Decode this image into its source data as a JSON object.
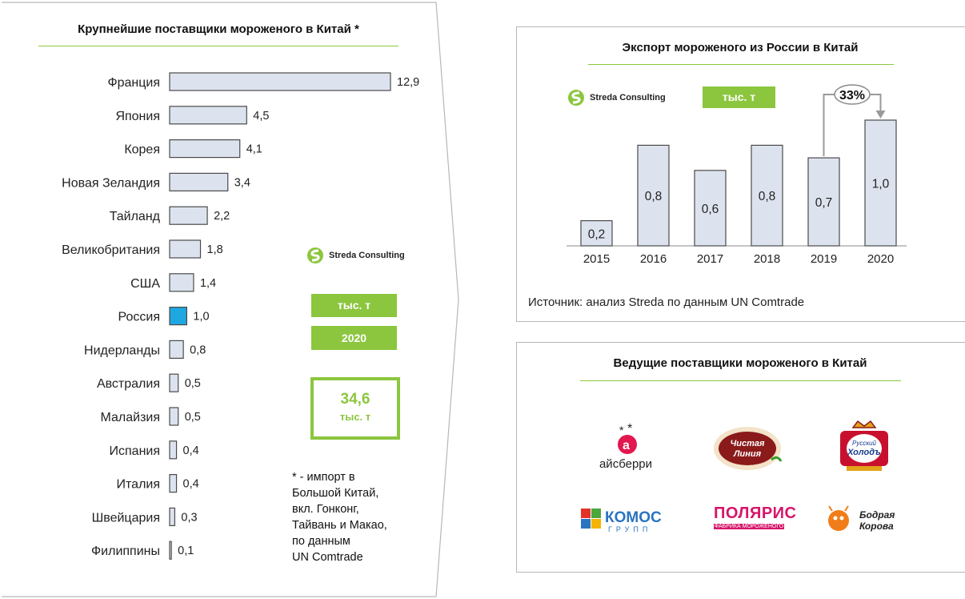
{
  "left": {
    "title": "Крупнейшие поставщики мороженого в Китай *",
    "logo_text": "Streda Consulting",
    "unit_tag": "тыс. т",
    "year_tag": "2020",
    "total_value": "34,6",
    "total_unit": "тыс. т",
    "footnote_lines": [
      "* - импорт в",
      "Большой Китай,",
      "вкл. Гонконг,",
      "Тайвань и Макао,",
      "по данным",
      "UN Comtrade"
    ]
  },
  "export": {
    "title": "Экспорт мороженого из России в Китай",
    "logo_text": "Streda Consulting",
    "unit_tag": "тыс. т",
    "growth_label": "33%",
    "source": "Источник: анализ Streda по данным UN Comtrade"
  },
  "suppliers": {
    "title": "Ведущие поставщики мороженого в Китай",
    "brands": [
      {
        "name": "айсберри",
        "icon": "iceberry-logo"
      },
      {
        "name": "Чистая Линия",
        "icon": "chistaya-liniya-logo"
      },
      {
        "name": "Русский Холодъ",
        "icon": "russkiy-holod-logo"
      },
      {
        "name": "КОМОС",
        "sub": "ГРУПП",
        "icon": "komos-logo"
      },
      {
        "name": "ПОЛЯРИС",
        "sub": "ФАБРИКА МОРОЖЕНОГО",
        "icon": "polyaris-logo"
      },
      {
        "name": "Бодрая Корова",
        "icon": "bodraya-korova-logo"
      }
    ]
  },
  "colors": {
    "accent_green": "#8cc63f",
    "bar_fill": "#dde3ee",
    "bar_stroke": "#4a4a4a",
    "highlight_bar": "#1ea7e0"
  },
  "chart_data": [
    {
      "type": "bar",
      "orientation": "horizontal",
      "title": "Крупнейшие поставщики мороженого в Китай *",
      "categories": [
        "Франция",
        "Япония",
        "Корея",
        "Новая Зеландия",
        "Тайланд",
        "Великобритания",
        "США",
        "Россия",
        "Нидерланды",
        "Австралия",
        "Малайзия",
        "Испания",
        "Италия",
        "Швейцария",
        "Филиппины"
      ],
      "values": [
        12.9,
        4.5,
        4.1,
        3.4,
        2.2,
        1.8,
        1.4,
        1.0,
        0.8,
        0.5,
        0.5,
        0.4,
        0.4,
        0.3,
        0.1
      ],
      "value_labels": [
        "12,9",
        "4,5",
        "4,1",
        "3,4",
        "2,2",
        "1,8",
        "1,4",
        "1,0",
        "0,8",
        "0,5",
        "0,5",
        "0,4",
        "0,4",
        "0,3",
        "0,1"
      ],
      "highlight": "Россия",
      "xlim": [
        0,
        12.9
      ]
    },
    {
      "type": "bar",
      "title": "Экспорт мороженого из России в Китай",
      "categories": [
        "2015",
        "2016",
        "2017",
        "2018",
        "2019",
        "2020"
      ],
      "values": [
        0.2,
        0.8,
        0.6,
        0.8,
        0.7,
        1.0
      ],
      "value_labels": [
        "0,2",
        "0,8",
        "0,6",
        "0,8",
        "0,7",
        "1,0"
      ],
      "ylim": [
        0,
        1.0
      ],
      "annotation": "33%"
    }
  ]
}
